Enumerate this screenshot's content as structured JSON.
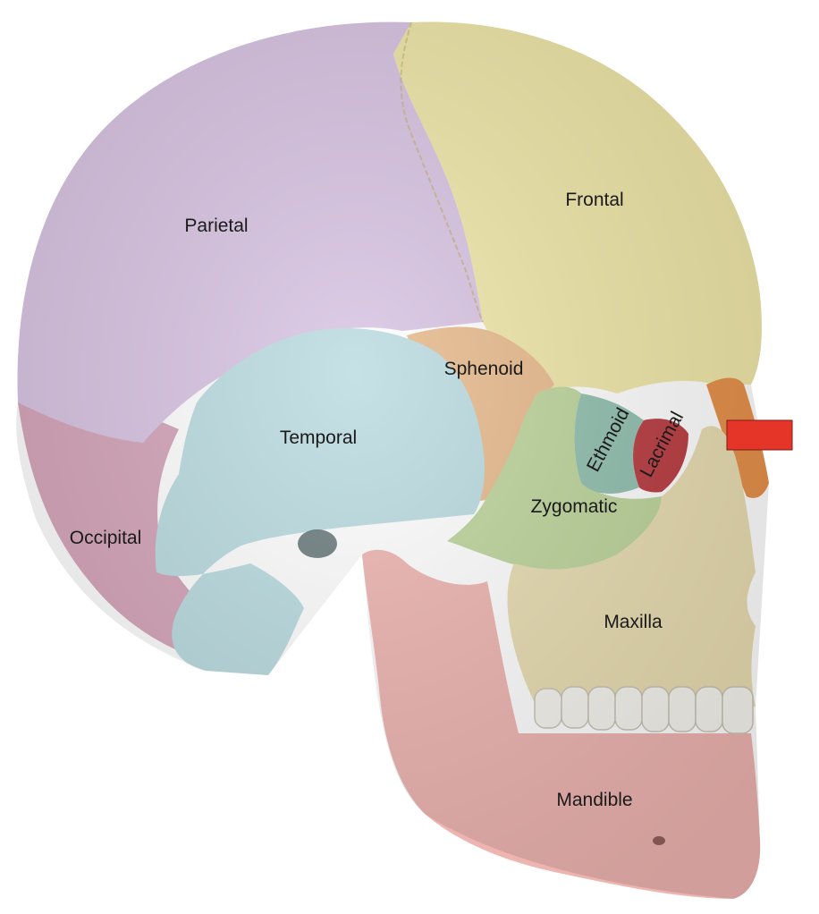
{
  "diagram": {
    "labels": {
      "parietal": "Parietal",
      "frontal": "Frontal",
      "sphenoid": "Sphenoid",
      "temporal": "Temporal",
      "ethmoid": "Ethmoid",
      "lacrimal": "Lacrimal",
      "zygomatic": "Zygomatic",
      "occipital": "Occipital",
      "maxilla": "Maxilla",
      "mandible": "Mandible"
    },
    "colors": {
      "parietal": "#d8c3e3",
      "frontal": "#efe6a6",
      "sphenoid": "#e7b98a",
      "temporal": "#b9dbe0",
      "ethmoid": "#8fbfae",
      "lacrimal": "#b8383d",
      "zygomatic": "#bdd49a",
      "occipital": "#d4a3b8",
      "maxilla": "#e8dcb0",
      "mandible": "#eeb4b0",
      "nasal": "#e58d45",
      "teeth": "#f6f4ee",
      "marker": "#e53528"
    }
  }
}
